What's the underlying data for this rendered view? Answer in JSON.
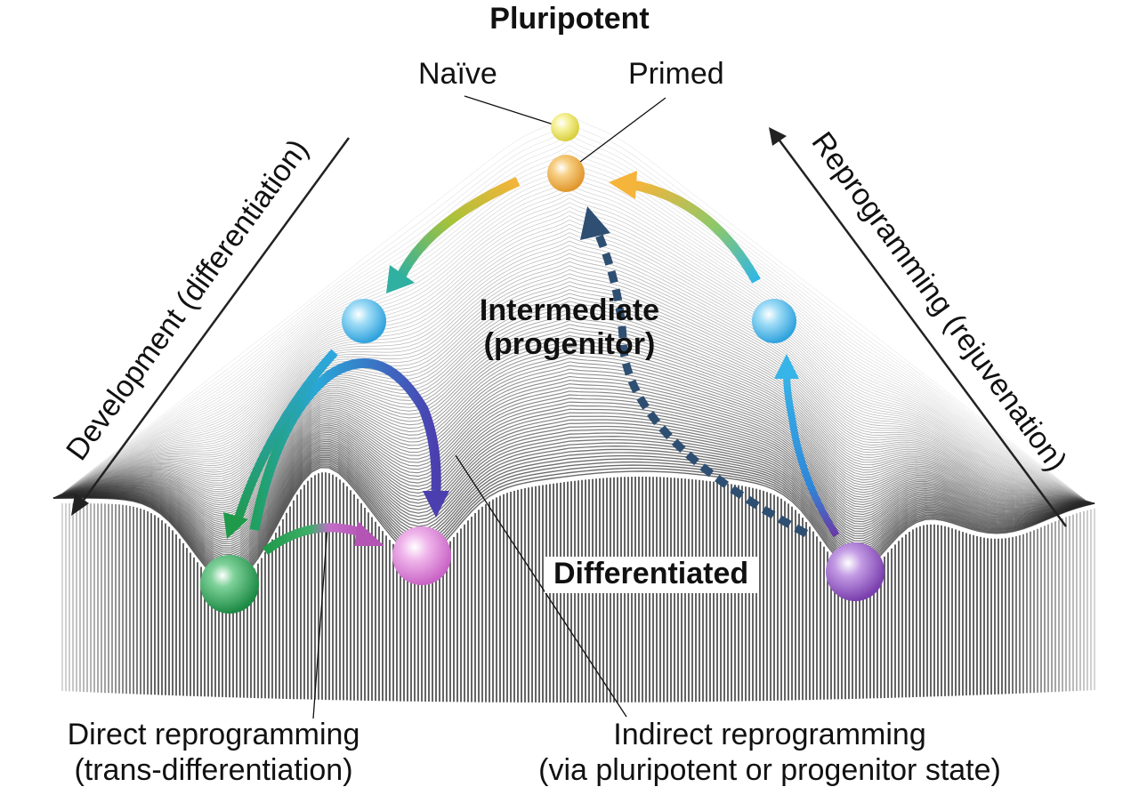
{
  "diagram": {
    "top_title": "Pluripotent",
    "naive_label": "Naïve",
    "primed_label": "Primed",
    "intermediate_label_line1": "Intermediate",
    "intermediate_label_line2": "(progenitor)",
    "differentiated_label": "Differentiated",
    "left_axis_label": "Development (differentiation)",
    "right_axis_label": "Reprogramming (rejuvenation)",
    "direct_label_line1": "Direct reprogramming",
    "direct_label_line2": "(trans-differentiation)",
    "indirect_label_line1": "Indirect reprogramming",
    "indirect_label_line2": "(via pluripotent or progenitor state)"
  },
  "cells": [
    {
      "name": "naive-cell",
      "color": "#f0ec6a"
    },
    {
      "name": "primed-cell",
      "color": "#f2b04a"
    },
    {
      "name": "progenitor-cell-left",
      "color": "#5fc6ef"
    },
    {
      "name": "progenitor-cell-right",
      "color": "#5fc6ef"
    },
    {
      "name": "green-differentiated-cell",
      "color": "#2fa65a"
    },
    {
      "name": "pink-differentiated-cell",
      "color": "#e28ad8"
    },
    {
      "name": "purple-differentiated-cell",
      "color": "#9a5cc6"
    }
  ],
  "colors": {
    "text": "#111111",
    "arrow_dark": "#222222",
    "dashed_arrow": "#2e4f72",
    "landscape_line": "#2a2a2a"
  }
}
